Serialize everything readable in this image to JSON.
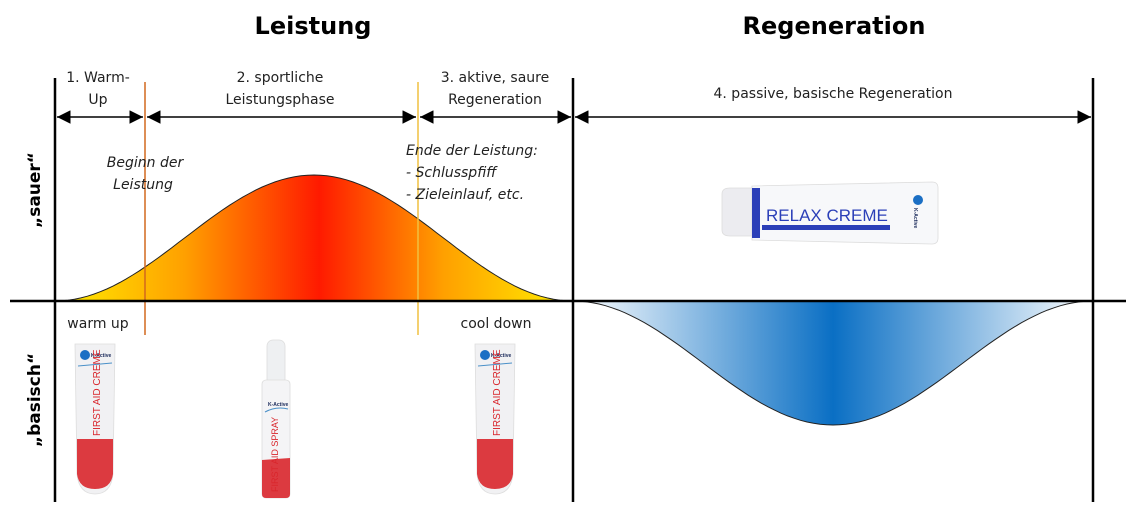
{
  "sections": {
    "leistung_title": "Leistung",
    "regeneration_title": "Regeneration"
  },
  "phases": [
    {
      "id": "warmup",
      "line1": "1. Warm-",
      "line2": "Up"
    },
    {
      "id": "sport",
      "line1": "2. sportliche",
      "line2": "Leistungsphase"
    },
    {
      "id": "active",
      "line1": "3. aktive, saure",
      "line2": "Regeneration"
    },
    {
      "id": "passive",
      "line1": "4. passive, basische Regeneration",
      "line2": ""
    }
  ],
  "annotations": {
    "begin": {
      "line1": "Beginn der",
      "line2": "Leistung"
    },
    "end": {
      "line1": "Ende der Leistung:",
      "line2": "- Schlusspfiff",
      "line3": "- Zieleinlauf, etc."
    },
    "warm_up": "warm up",
    "cool_down": "cool down"
  },
  "axis": {
    "top_label": "„sauer“",
    "bottom_label": "„basisch“"
  },
  "products": {
    "warmup": {
      "name": "FIRST AID CREME",
      "brand": "K-Active"
    },
    "sport": {
      "name": "FIRST AID SPRAY",
      "brand": "K-Active"
    },
    "cooldown": {
      "name": "FIRST AID CREME",
      "brand": "K-Active"
    },
    "regeneration": {
      "name": "RELAX CREME",
      "brand": "K-Active"
    }
  },
  "colors": {
    "acid_edge": "#ffee00",
    "acid_mid": "#ffa000",
    "acid_peak": "#ff1a00",
    "base_edge": "#ffffff",
    "base_peak": "#0a6fc4",
    "begin_line": "#d2691e",
    "end_line": "#f0c040",
    "product_red": "#d9262c",
    "relax_blue": "#2b3fb8"
  }
}
